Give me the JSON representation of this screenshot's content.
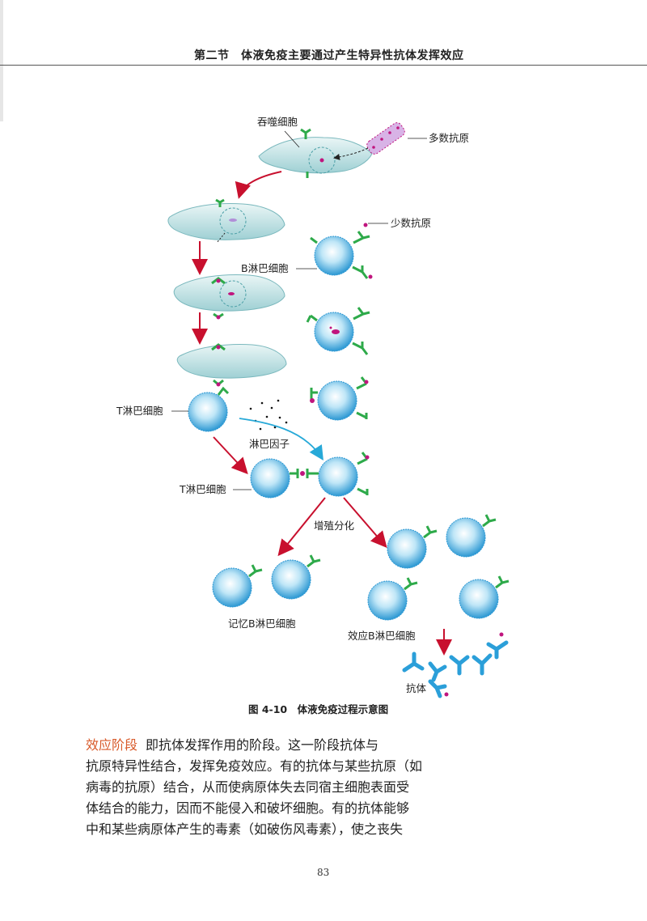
{
  "header": {
    "title": "第二节　体液免疫主要通过产生特异性抗体发挥效应"
  },
  "figure": {
    "labels": {
      "phagocyte": "吞噬细胞",
      "antigen_many": "多数抗原",
      "antigen_few": "少数抗原",
      "b_lymphocyte": "B淋巴细胞",
      "t_lymphocyte_1": "T淋巴细胞",
      "lymphokine": "淋巴因子",
      "t_lymphocyte_2": "T淋巴细胞",
      "proliferation": "增殖分化",
      "memory_b": "记忆B淋巴细胞",
      "effector_b": "效应B淋巴细胞",
      "antibody": "抗体"
    },
    "colors": {
      "cell_blue": "#3aa3d8",
      "receptor_green": "#2eaa4a",
      "arrow_red": "#c8102e",
      "antigen_magenta": "#c0157e",
      "antibody_blue": "#2b9fd9",
      "macrophage": "#bfe3e6"
    }
  },
  "caption": {
    "text": "图 4-10　体液免疫过程示意图"
  },
  "body": {
    "term": "效应阶段",
    "lines": [
      "即抗体发挥作用的阶段。这一阶段抗体与",
      "抗原特异性结合，发挥免疫效应。有的抗体与某些抗原（如",
      "病毒的抗原）结合，从而使病原体失去同宿主细胞表面受",
      "体结合的能力，因而不能侵入和破坏细胞。有的抗体能够",
      "中和某些病原体产生的毒素（如破伤风毒素），使之丧失"
    ]
  },
  "page_number": "83"
}
